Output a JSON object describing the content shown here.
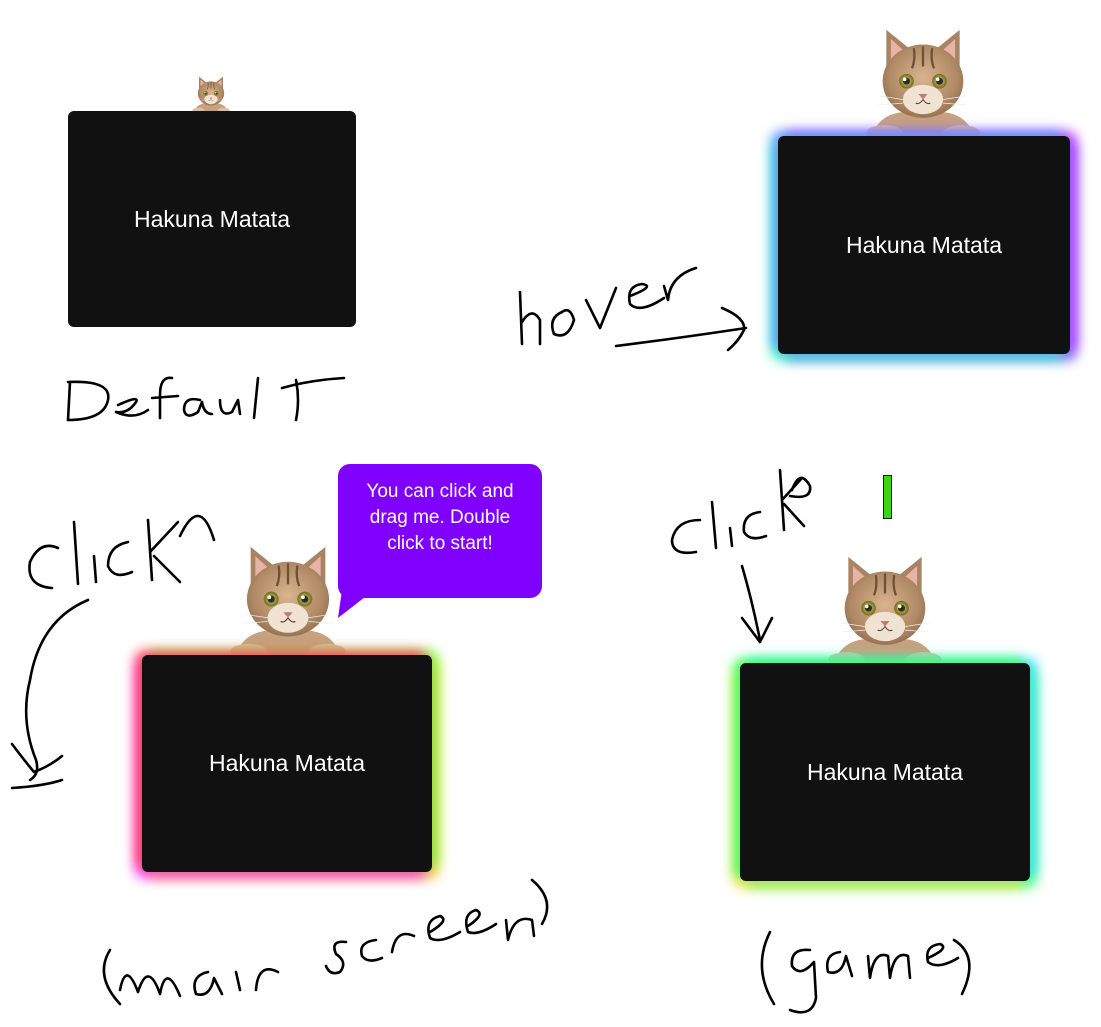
{
  "cards": [
    {
      "id": "default",
      "text": "Hakuna Matata"
    },
    {
      "id": "hover",
      "text": "Hakuna Matata"
    },
    {
      "id": "main",
      "text": "Hakuna Matata"
    },
    {
      "id": "game",
      "text": "Hakuna Matata"
    }
  ],
  "labels": {
    "default": "Default",
    "hover": "hover",
    "click_main": "click",
    "click_game": "click",
    "main_screen": "(main screen)",
    "game": "(game)"
  },
  "bubble": {
    "text": "You can click and drag me. Double click to start!",
    "color": "#8000ff"
  },
  "colors": {
    "card": "#111111",
    "bar": "#39d611"
  }
}
